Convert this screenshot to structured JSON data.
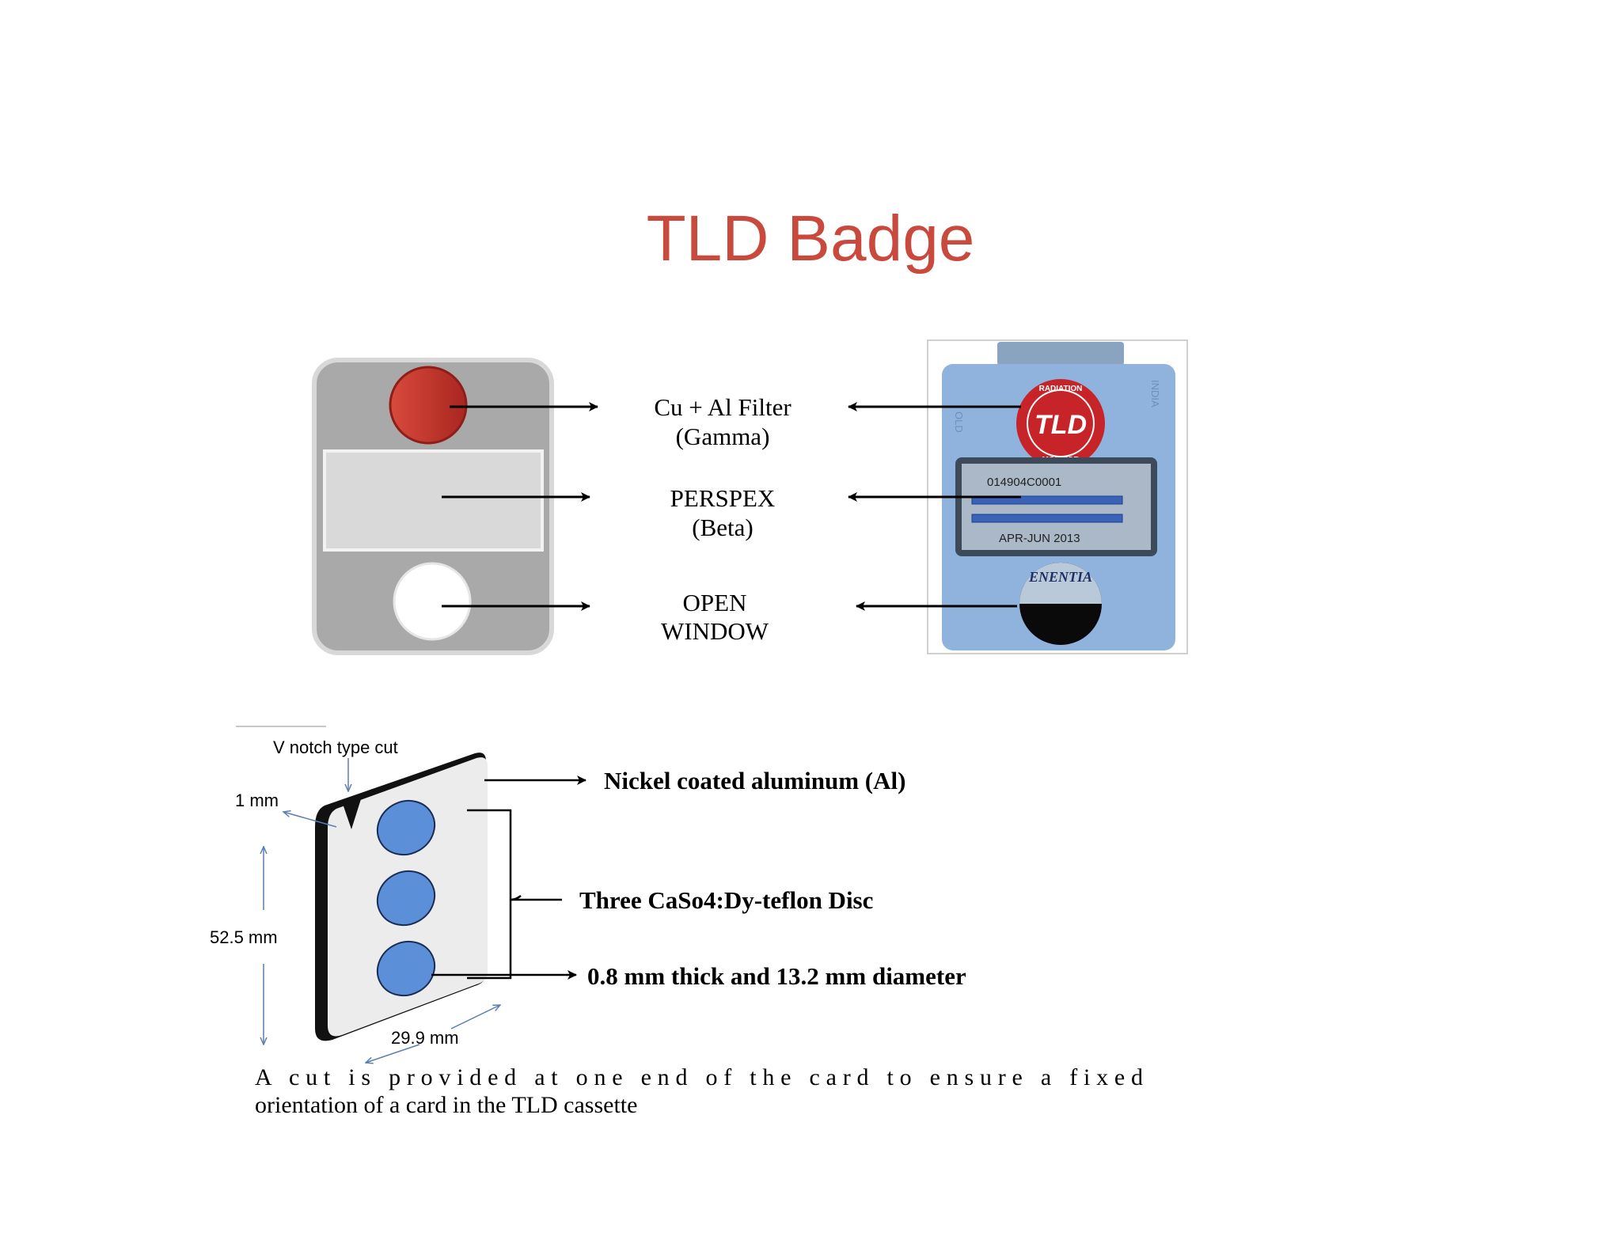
{
  "slide_title": "TLD Badge",
  "badge_labels": {
    "filter_line1": "Cu + Al Filter",
    "filter_line2": "(Gamma)",
    "perspex_line1": "PERSPEX",
    "perspex_line2": "(Beta)",
    "open_line1": "OPEN",
    "open_line2": "WINDOW"
  },
  "photo_badge": {
    "seal_text": "TLD",
    "seal_ring_top": "RADIATION",
    "seal_ring_bottom": "MONITOR",
    "card_number": "014904C0001",
    "period": "APR-JUN 2013",
    "side_left": "OLD",
    "side_right": "INDIA",
    "window_text": "ENENTIA"
  },
  "card_diagram": {
    "notch_label": "V notch type cut",
    "thickness_label": "1 mm",
    "height_label": "52.5 mm",
    "width_label": "29.9 mm",
    "material_label": "Nickel coated aluminum (Al)",
    "disc_label": "Three CaSo4:Dy-teflon Disc",
    "disc_size_label": "0.8 mm thick and 13.2 mm diameter",
    "caption_line1": "A cut is provided at one end of the card to ensure a fixed",
    "caption_line2": "orientation of a card in the TLD cassette"
  },
  "colors": {
    "title": "#c9493c",
    "filter_red": "#c2332b",
    "disc_blue": "#5b8fd8",
    "photo_blue": "#8fb3dc"
  }
}
